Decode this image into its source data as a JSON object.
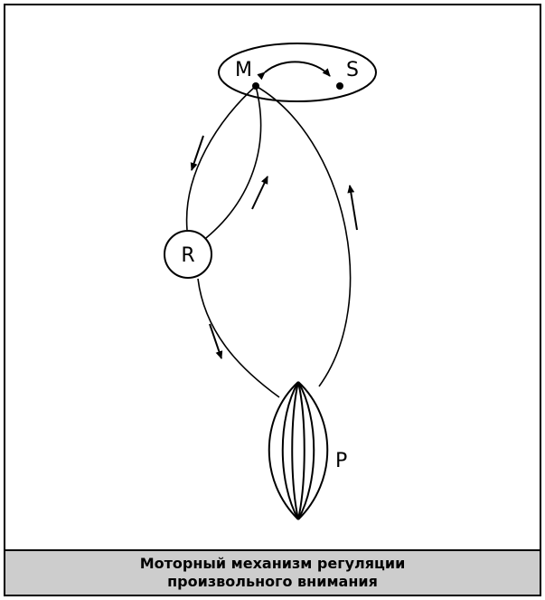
{
  "diagram": {
    "labels": {
      "m": "M",
      "s": "S",
      "r": "R",
      "p": "P"
    }
  },
  "caption": {
    "line1": "Моторный механизм регуляции",
    "line2": "произвольного внимания"
  }
}
